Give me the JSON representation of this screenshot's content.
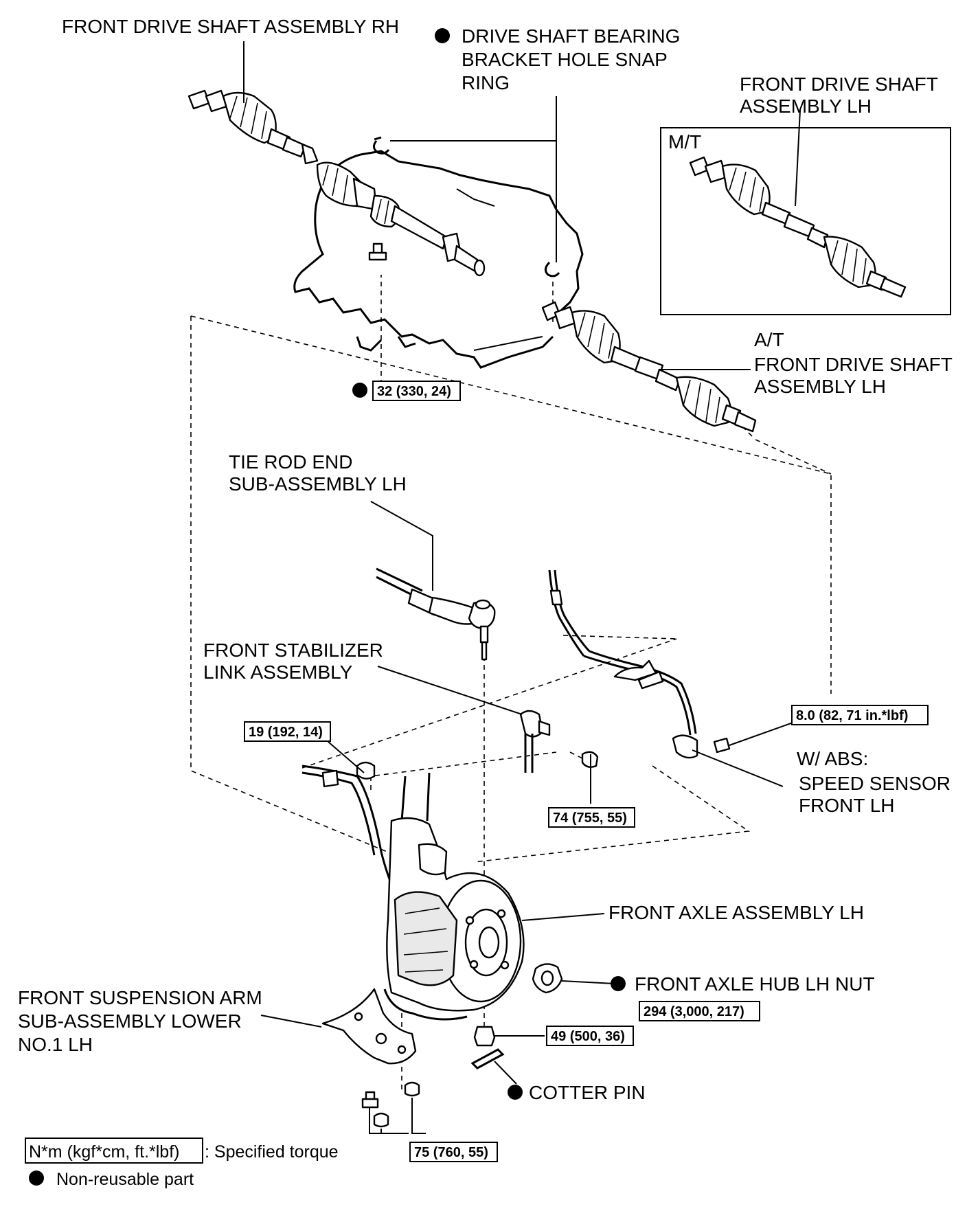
{
  "labels": {
    "front_drive_shaft_rh": "FRONT DRIVE SHAFT ASSEMBLY RH",
    "snap_ring_line1": "DRIVE SHAFT BEARING",
    "snap_ring_line2": "BRACKET HOLE SNAP",
    "snap_ring_line3": "RING",
    "mt_shaft_line1": "FRONT DRIVE SHAFT",
    "mt_shaft_line2": "ASSEMBLY LH",
    "mt_box_label": "M/T",
    "at_label": "A/T",
    "at_shaft_line1": "FRONT DRIVE SHAFT",
    "at_shaft_line2": "ASSEMBLY LH",
    "tie_rod_line1": "TIE ROD END",
    "tie_rod_line2": "SUB-ASSEMBLY LH",
    "stabilizer_line1": "FRONT STABILIZER",
    "stabilizer_line2": "LINK ASSEMBLY",
    "abs_line1": "W/ ABS:",
    "abs_line2": "SPEED SENSOR",
    "abs_line3": "FRONT LH",
    "front_axle": "FRONT AXLE ASSEMBLY LH",
    "hub_nut": "FRONT AXLE HUB LH NUT",
    "lower_arm_line1": "FRONT SUSPENSION ARM",
    "lower_arm_line2": "SUB-ASSEMBLY LOWER",
    "lower_arm_line3": "NO.1 LH",
    "cotter_pin": "COTTER PIN"
  },
  "torques": {
    "bracket_bolt": "32 (330, 24)",
    "speed_sensor_bolt": "8.0 (82, 71 in.*lbf)",
    "sensor_clamp_bolt": "19 (192, 14)",
    "stabilizer_nut": "74 (755, 55)",
    "hub_nut": "294 (3,000, 217)",
    "tie_rod_nut": "49 (500, 36)",
    "lower_arm_bolts": "75 (760, 55)"
  },
  "legend": {
    "torque_unit_box": "N*m (kgf*cm, ft.*lbf)",
    "torque_desc": ": Specified torque",
    "nonreusable_desc": "Non-reusable part"
  },
  "colors": {
    "ink": "#000000",
    "paper": "#ffffff"
  }
}
